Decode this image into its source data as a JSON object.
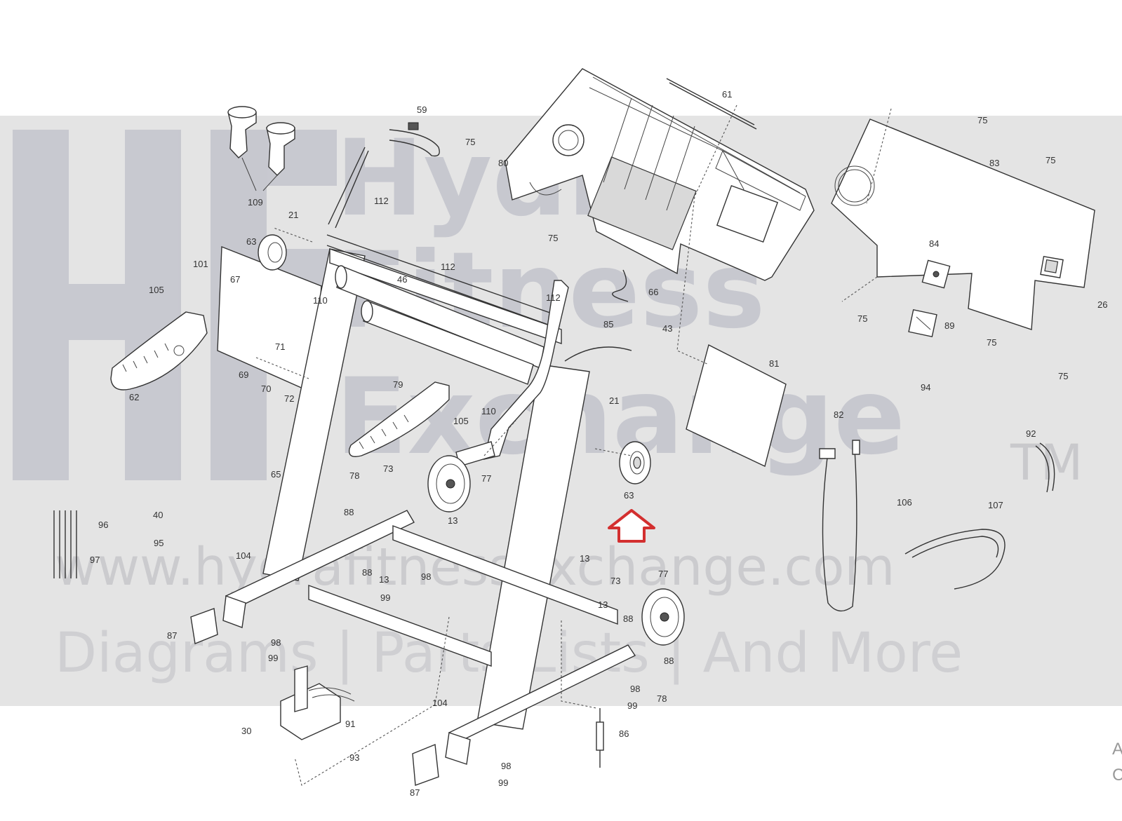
{
  "watermark": {
    "line1": "Hydra",
    "line2": "Fitness",
    "line3": "Exchange",
    "trademark": "TM",
    "url": "www.hydrafitnessexchange.com",
    "tagline": "Diagrams | Parts Lists | And More"
  },
  "highlight": {
    "part_number": "63",
    "arrow_color": "#d32f2f"
  },
  "corner_text": {
    "top": "A",
    "bottom": "C"
  },
  "labels": [
    {
      "id": "l59",
      "text": "59"
    },
    {
      "id": "l61",
      "text": "61"
    },
    {
      "id": "l75a",
      "text": "75"
    },
    {
      "id": "l75b",
      "text": "75"
    },
    {
      "id": "l75c",
      "text": "75"
    },
    {
      "id": "l75d",
      "text": "75"
    },
    {
      "id": "l75e",
      "text": "75"
    },
    {
      "id": "l75f",
      "text": "75"
    },
    {
      "id": "l75g",
      "text": "75"
    },
    {
      "id": "l80",
      "text": "80"
    },
    {
      "id": "l83",
      "text": "83"
    },
    {
      "id": "l84",
      "text": "84"
    },
    {
      "id": "l26",
      "text": "26"
    },
    {
      "id": "l89",
      "text": "89"
    },
    {
      "id": "l94",
      "text": "94"
    },
    {
      "id": "l109",
      "text": "109"
    },
    {
      "id": "l21a",
      "text": "21"
    },
    {
      "id": "l112a",
      "text": "112"
    },
    {
      "id": "l63a",
      "text": "63"
    },
    {
      "id": "l101",
      "text": "101"
    },
    {
      "id": "l67",
      "text": "67"
    },
    {
      "id": "l105a",
      "text": "105"
    },
    {
      "id": "l110a",
      "text": "110"
    },
    {
      "id": "l46",
      "text": "46"
    },
    {
      "id": "l112b",
      "text": "112"
    },
    {
      "id": "l112c",
      "text": "112"
    },
    {
      "id": "l66",
      "text": "66"
    },
    {
      "id": "l85",
      "text": "85"
    },
    {
      "id": "l43",
      "text": "43"
    },
    {
      "id": "l81",
      "text": "81"
    },
    {
      "id": "l71",
      "text": "71"
    },
    {
      "id": "l69",
      "text": "69"
    },
    {
      "id": "l70",
      "text": "70"
    },
    {
      "id": "l72",
      "text": "72"
    },
    {
      "id": "l62",
      "text": "62"
    },
    {
      "id": "l79",
      "text": "79"
    },
    {
      "id": "l105b",
      "text": "105"
    },
    {
      "id": "l110b",
      "text": "110"
    },
    {
      "id": "l21b",
      "text": "21"
    },
    {
      "id": "l82",
      "text": "82"
    },
    {
      "id": "l92",
      "text": "92"
    },
    {
      "id": "l65",
      "text": "65"
    },
    {
      "id": "l78a",
      "text": "78"
    },
    {
      "id": "l73a",
      "text": "73"
    },
    {
      "id": "l77a",
      "text": "77"
    },
    {
      "id": "l63b",
      "text": "63"
    },
    {
      "id": "l106",
      "text": "106"
    },
    {
      "id": "l107",
      "text": "107"
    },
    {
      "id": "l88a",
      "text": "88"
    },
    {
      "id": "l13a",
      "text": "13"
    },
    {
      "id": "l40",
      "text": "40"
    },
    {
      "id": "l96",
      "text": "96"
    },
    {
      "id": "l95",
      "text": "95"
    },
    {
      "id": "l97",
      "text": "97"
    },
    {
      "id": "l104a",
      "text": "104"
    },
    {
      "id": "l88b",
      "text": "88"
    },
    {
      "id": "l13b",
      "text": "13"
    },
    {
      "id": "l98a",
      "text": "98"
    },
    {
      "id": "l99a",
      "text": "99"
    },
    {
      "id": "l13c",
      "text": "13"
    },
    {
      "id": "l73b",
      "text": "73"
    },
    {
      "id": "l77b",
      "text": "77"
    },
    {
      "id": "l13d",
      "text": "13"
    },
    {
      "id": "l88c",
      "text": "88"
    },
    {
      "id": "l87a",
      "text": "87"
    },
    {
      "id": "l98b",
      "text": "98"
    },
    {
      "id": "l99b",
      "text": "99"
    },
    {
      "id": "l88d",
      "text": "88"
    },
    {
      "id": "l98c",
      "text": "98"
    },
    {
      "id": "l78b",
      "text": "78"
    },
    {
      "id": "l99c",
      "text": "99"
    },
    {
      "id": "l104b",
      "text": "104"
    },
    {
      "id": "l91",
      "text": "91"
    },
    {
      "id": "l30",
      "text": "30"
    },
    {
      "id": "l86",
      "text": "86"
    },
    {
      "id": "l93",
      "text": "93"
    },
    {
      "id": "l98d",
      "text": "98"
    },
    {
      "id": "l99d",
      "text": "99"
    },
    {
      "id": "l87b",
      "text": "87"
    }
  ]
}
